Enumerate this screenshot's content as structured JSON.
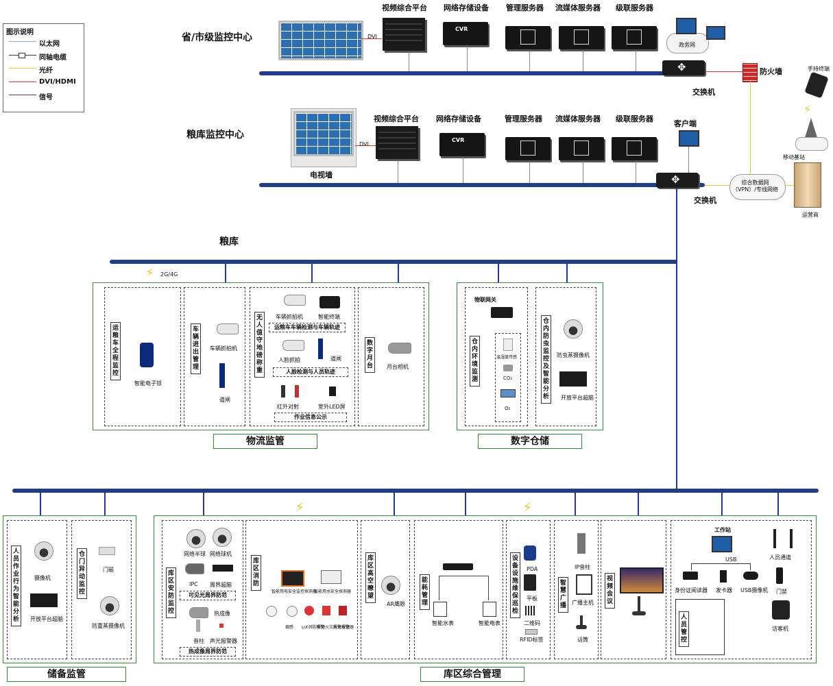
{
  "legend": {
    "title": "图示说明",
    "items": [
      "以太网",
      "同轴电缆",
      "光纤",
      "DVI/HDMI",
      "信号"
    ]
  },
  "center1": {
    "title": "省/市级监控中心",
    "dvi": "DVI",
    "devices": [
      "视频综合平台",
      "网络存储设备",
      "管理服务器",
      "流媒体服务器",
      "级联服务器"
    ],
    "cvr": "CVR",
    "gov_net": "政务网",
    "switch": "交换机"
  },
  "center2": {
    "title": "粮库监控中心",
    "dvi": "DVI",
    "tv_wall": "电视墙",
    "devices": [
      "视频综合平台",
      "网络存储设备",
      "管理服务器",
      "流媒体服务器",
      "级联服务器"
    ],
    "cvr": "CVR",
    "client": "客户端",
    "switch": "交换机"
  },
  "right": {
    "firewall": "防火墙",
    "handheld": "手持终端",
    "base_station": "移动基站",
    "network": "综合数据网\n（VPN）/专线网络",
    "operator": "运营商"
  },
  "granary": "粮库",
  "signal_2g4g": "2G/4G",
  "logistics": {
    "caption": "物流监管",
    "g1_title": "运粮车全程监控",
    "g1_device": "智能电子锁",
    "g2_title": "车辆进出管理",
    "g2_cam": "车辆抓拍机",
    "g2_gate": "道闸",
    "g3_title": "无人值守地磅称重",
    "g3_cam": "车辆抓拍机",
    "g3_terminal": "智能终端",
    "g3_tag1": "运粮车车辆检测与车辆轨迹",
    "g3_face": "人脸抓拍",
    "g3_gate": "道闸",
    "g3_tag2": "人脸检测与人员轨迹",
    "g3_ir": "红外对射",
    "g3_led": "室外LED屏",
    "g3_tag3": "作业信息公示",
    "g4_title": "数字月台",
    "g4_cam": "月台相机"
  },
  "digital": {
    "caption": "数字仓储",
    "g1_title": "仓内环境监测",
    "g1_gateway": "物联网关",
    "g1_s1": "温湿度传感",
    "g1_s2": "CO₂",
    "g1_s3": "O₂",
    "g2_title": "仓内防虫监控及智能分析",
    "g2_cam": "防虫蒸摄像机",
    "g2_nvr": "开放平台超脑"
  },
  "reserve": {
    "caption": "储备监管",
    "g1_title": "人员作业行为智能分析",
    "g1_cam": "摄像机",
    "g1_nvr": "开放平台超脑",
    "g2_title": "仓门异动监控",
    "g2_magnet": "门磁",
    "g2_cam": "防重蒸摄像机"
  },
  "depot": {
    "caption": "库区综合管理",
    "sec_title": "库区安防监控",
    "sec_dome": "网络半球",
    "sec_ptz": "网络球机",
    "sec_ipc": "IPC",
    "sec_nvr": "周界超脑",
    "sec_tag1": "可见光周界防范",
    "sec_thermal": "热成像",
    "sec_bar": "音柱",
    "sec_alarm": "声光报警器",
    "sec_tag2": "热成像周界防范",
    "fire_title": "库区消防",
    "fire_d1": "智能用电安全监控探测器",
    "fire_d2": "智能用水安全探测器",
    "fire_d3": "烟感",
    "fire_d4": "Lot消防报警",
    "fire_d5": "手动火灾报警按钮",
    "fire_d6": "声光报警器",
    "ar_title": "库区高空瞭望",
    "ar_cam": "AR鹰眼",
    "energy_title": "能耗管理",
    "energy_w": "智能水表",
    "energy_e": "智能电表",
    "equip_title": "设备设施维保巡检",
    "equip_pda": "PDA",
    "equip_pad": "平板",
    "equip_qr": "二维码",
    "equip_rfid": "RFID标签",
    "bc_title": "智慧广播",
    "bc_col": "IP音柱",
    "bc_host": "广播主机",
    "bc_mic": "话筒",
    "vc_title": "视频会议",
    "staff_title": "人员管控",
    "staff_ws": "工作站",
    "staff_usb": "USB",
    "staff_id": "身份证阅读器",
    "staff_card": "发卡器",
    "staff_cam": "USB摄像机",
    "staff_pass": "人员通道",
    "staff_door": "门禁",
    "staff_visitor": "访客机"
  }
}
